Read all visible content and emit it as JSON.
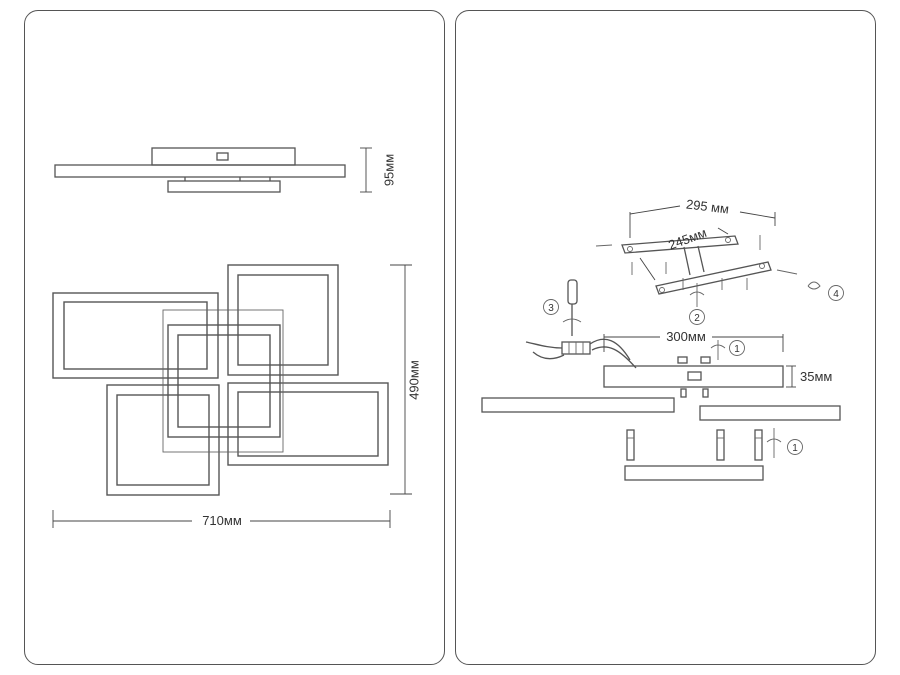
{
  "left_panel": {
    "dim_height_side": "95мм",
    "dim_height_top": "490мм",
    "dim_width_top": "710мм"
  },
  "right_panel": {
    "dim_bracket_length": "295 мм",
    "dim_bracket_spacing": "245мм",
    "dim_base_length": "300мм",
    "dim_base_height": "35мм",
    "steps": [
      "1",
      "2",
      "3",
      "4",
      "1"
    ]
  }
}
